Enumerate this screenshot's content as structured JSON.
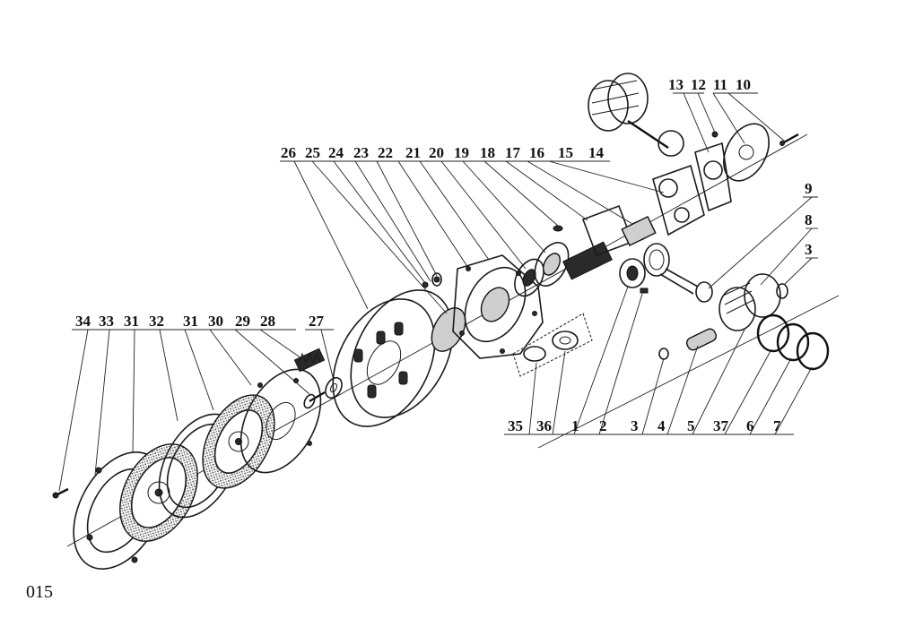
{
  "page_code": "015",
  "callouts": {
    "top_row": [
      "13",
      "12",
      "11",
      "10"
    ],
    "middle_row": [
      "26",
      "25",
      "24",
      "23",
      "22",
      "21",
      "20",
      "19",
      "18",
      "17",
      "16",
      "15",
      "14"
    ],
    "right_side": [
      "9",
      "8",
      "3"
    ],
    "bottom_right": [
      "35",
      "36",
      "1",
      "2",
      "3",
      "4",
      "5",
      "37",
      "6",
      "7"
    ],
    "bottom_left": [
      "34",
      "33",
      "31",
      "32",
      "31",
      "30",
      "29",
      "28",
      "27"
    ]
  }
}
